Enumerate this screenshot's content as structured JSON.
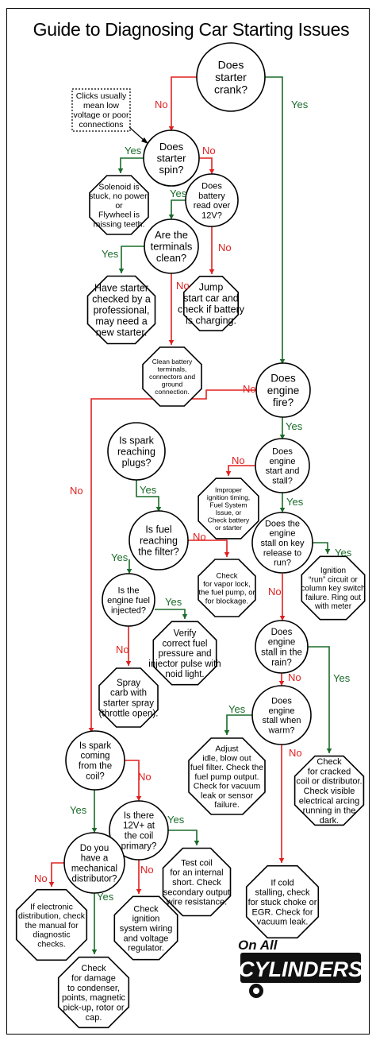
{
  "title": "Guide to Diagnosing Car Starting Issues",
  "colors": {
    "yes": "#1a6b2a",
    "no": "#e0201e",
    "outline": "#000000"
  },
  "labels": {
    "yes": "Yes",
    "no": "No"
  },
  "note": [
    "Clicks usually",
    "mean low",
    "voltage or poor",
    "connections"
  ],
  "nodes": {
    "crank": [
      "Does",
      "starter",
      "crank?"
    ],
    "spin": [
      "Does",
      "starter",
      "spin?"
    ],
    "solenoid": [
      "Solenoid is",
      "stuck, no power.",
      "or",
      "Flywheel is",
      "missing teeth."
    ],
    "battery": [
      "Does",
      "battery",
      "read over",
      "12V?"
    ],
    "terminals": [
      "Are the",
      "terminals",
      "clean?"
    ],
    "checked": [
      "Have starter",
      "checked by a",
      "professional,",
      "may need a",
      "new starter."
    ],
    "jump": [
      "Jump",
      "start car and",
      "check if battery",
      "is charging."
    ],
    "clean": [
      "Clean battery",
      "terminals,",
      "connectors and",
      "ground",
      "connection."
    ],
    "fire": [
      "Does",
      "engine",
      "fire?"
    ],
    "spark_plugs": [
      "Is spark",
      "reaching",
      "plugs?"
    ],
    "start_stall": [
      "Does",
      "engine",
      "start and",
      "stall?"
    ],
    "improper": [
      "Improper",
      "ignition timing,",
      "Fuel System",
      "Issue, or",
      "Check battery",
      "or starter"
    ],
    "fuel_filter": [
      "Is fuel",
      "reaching",
      "the filter?"
    ],
    "key_release": [
      "Does the",
      "engine",
      "stall on key",
      "release to",
      "run?"
    ],
    "ignition_run": [
      "Ignition",
      "“run” circuit or",
      "column key switch",
      "failure. Ring out",
      "with meter"
    ],
    "vapor": [
      "Check",
      "for vapor lock,",
      "the fuel pump, or",
      "for blockage."
    ],
    "injected": [
      "Is the",
      "engine fuel",
      "injected?"
    ],
    "verify": [
      "Verify",
      "correct fuel",
      "pressure and",
      "injector pulse with",
      "noid light."
    ],
    "rain": [
      "Does",
      "engine",
      "stall in the",
      "rain?"
    ],
    "spray": [
      "Spray",
      "carb with",
      "starter spray",
      "(throttle open)."
    ],
    "warm": [
      "Does",
      "engine",
      "stall when",
      "warm?"
    ],
    "coil": [
      "Is spark",
      "coming",
      "from the",
      "coil?"
    ],
    "adjust": [
      "Adjust",
      "idle, blow out",
      "fuel filter.  Check the",
      "fuel pump output.",
      "Check for vacuum",
      "leak or sensor",
      "failure."
    ],
    "cracked": [
      "Check",
      "for cracked",
      "coil or distributor.",
      "Check visible",
      "electrical arcing",
      "running in the",
      "dark."
    ],
    "coil_primary": [
      "Is there",
      "12V+ at",
      "the coil",
      "primary?"
    ],
    "mechanical": [
      "Do you",
      "have a",
      "mechanical",
      "distributor?"
    ],
    "test_coil": [
      "Test coil",
      "for an internal",
      "short.  Check",
      "secondary output",
      "wire resistance."
    ],
    "cold_stall": [
      "If cold",
      "stalling, check",
      "for stuck choke or",
      "EGR.  Check for",
      "vacuum leak."
    ],
    "electronic": [
      "If electronic",
      "distribution, check",
      "the manual for",
      "diagnostic",
      "checks."
    ],
    "ign_wiring": [
      "Check",
      "ignition",
      "system wiring",
      "and voltage",
      "regulator."
    ],
    "damage": [
      "Check",
      "for damage",
      "to condenser,",
      "points, magnetic",
      "pick-up, rotor or",
      "cap."
    ]
  },
  "logo": {
    "line1": "On All",
    "line2": "CYLINDERS"
  }
}
